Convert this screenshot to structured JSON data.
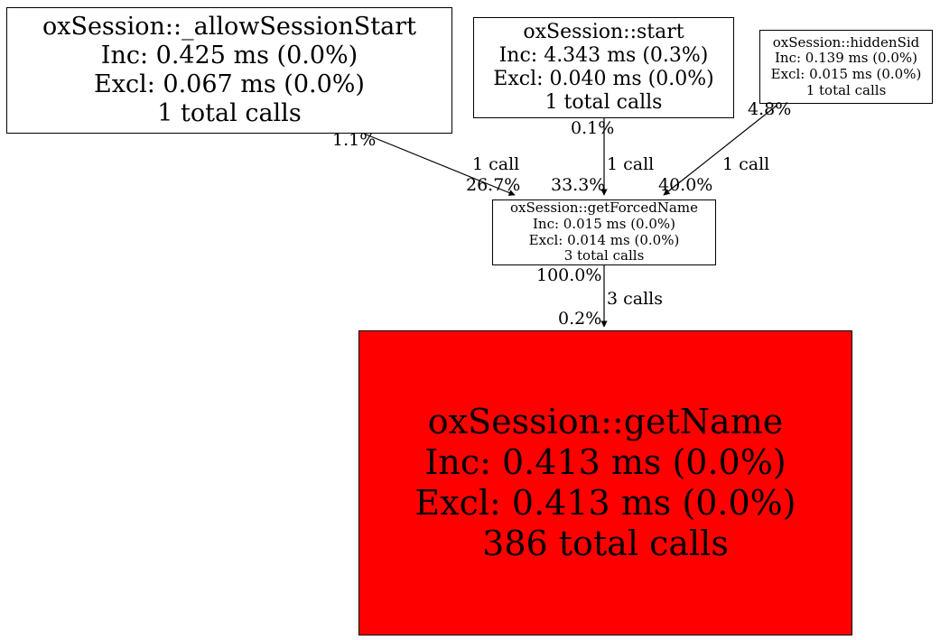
{
  "graph": {
    "title": "oxSession call graph",
    "background_color": "#ffffff",
    "edge_color": "#000000",
    "nodes": [
      {
        "id": "allowSessionStart",
        "name": "oxSession::_allowSessionStart",
        "inc": "Inc: 0.425 ms (0.0%)",
        "excl": "Excl: 0.067 ms (0.0%)",
        "calls": "1 total calls",
        "fill": "#ffffff",
        "border": "#000000"
      },
      {
        "id": "start",
        "name": "oxSession::start",
        "inc": "Inc: 4.343 ms (0.3%)",
        "excl": "Excl: 0.040 ms (0.0%)",
        "calls": "1 total calls",
        "fill": "#ffffff",
        "border": "#000000"
      },
      {
        "id": "hiddenSid",
        "name": "oxSession::hiddenSid",
        "inc": "Inc: 0.139 ms (0.0%)",
        "excl": "Excl: 0.015 ms (0.0%)",
        "calls": "1 total calls",
        "fill": "#ffffff",
        "border": "#000000"
      },
      {
        "id": "getForcedName",
        "name": "oxSession::getForcedName",
        "inc": "Inc: 0.015 ms (0.0%)",
        "excl": "Excl: 0.014 ms (0.0%)",
        "calls": "3 total calls",
        "fill": "#ffffff",
        "border": "#000000"
      },
      {
        "id": "getName",
        "name": "oxSession::getName",
        "inc": "Inc: 0.413 ms (0.0%)",
        "excl": "Excl: 0.413 ms (0.0%)",
        "calls": "386 total calls",
        "fill": "#ff0000",
        "border": "#000000"
      }
    ],
    "edges": [
      {
        "id": "allowSessionStart-to-getForcedName",
        "from": "allowSessionStart",
        "to": "getForcedName",
        "source_pct": "1.1%",
        "calls": "1 call",
        "target_pct": "26.7%"
      },
      {
        "id": "start-to-getForcedName",
        "from": "start",
        "to": "getForcedName",
        "source_pct": "0.1%",
        "calls": "1 call",
        "target_pct": "33.3%"
      },
      {
        "id": "hiddenSid-to-getForcedName",
        "from": "hiddenSid",
        "to": "getForcedName",
        "source_pct": "4.8%",
        "calls": "1 call",
        "target_pct": "40.0%"
      },
      {
        "id": "getForcedName-to-getName",
        "from": "getForcedName",
        "to": "getName",
        "source_pct": "100.0%",
        "calls": "3 calls",
        "target_pct": "0.2%"
      }
    ]
  }
}
